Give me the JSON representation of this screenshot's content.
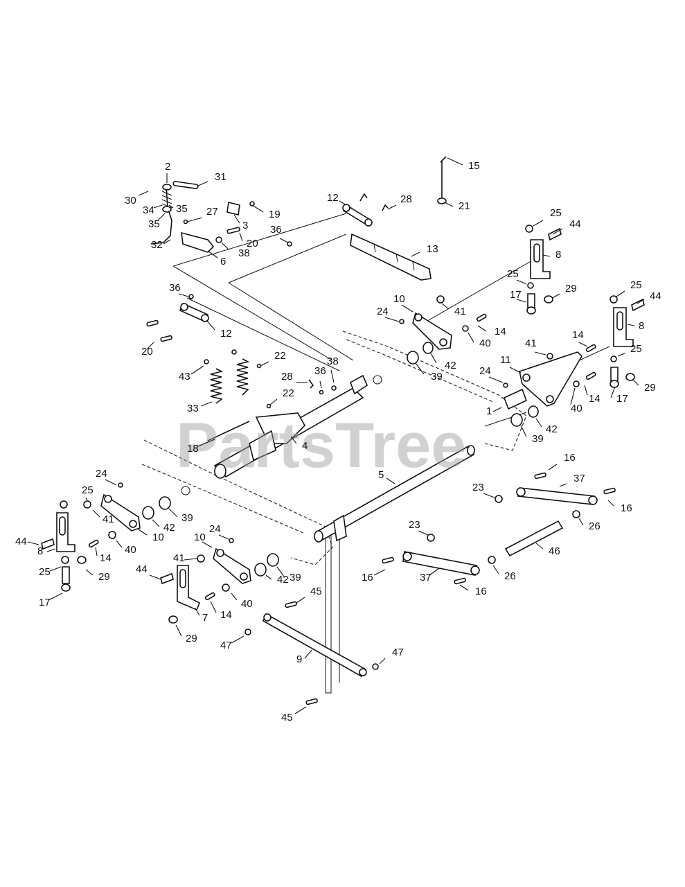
{
  "watermark": "PartsTree",
  "callouts": [
    {
      "label": "2"
    },
    {
      "label": "31"
    },
    {
      "label": "30"
    },
    {
      "label": "34"
    },
    {
      "label": "35"
    },
    {
      "label": "35"
    },
    {
      "label": "32"
    },
    {
      "label": "27"
    },
    {
      "label": "3"
    },
    {
      "label": "19"
    },
    {
      "label": "20"
    },
    {
      "label": "38"
    },
    {
      "label": "6"
    },
    {
      "label": "36"
    },
    {
      "label": "12"
    },
    {
      "label": "28"
    },
    {
      "label": "13"
    },
    {
      "label": "15"
    },
    {
      "label": "21"
    },
    {
      "label": "25"
    },
    {
      "label": "44"
    },
    {
      "label": "8"
    },
    {
      "label": "25"
    },
    {
      "label": "17"
    },
    {
      "label": "29"
    },
    {
      "label": "36"
    },
    {
      "label": "12"
    },
    {
      "label": "20"
    },
    {
      "label": "10"
    },
    {
      "label": "41"
    },
    {
      "label": "24"
    },
    {
      "label": "14"
    },
    {
      "label": "40"
    },
    {
      "label": "42"
    },
    {
      "label": "39"
    },
    {
      "label": "25"
    },
    {
      "label": "44"
    },
    {
      "label": "8"
    },
    {
      "label": "14"
    },
    {
      "label": "41"
    },
    {
      "label": "25"
    },
    {
      "label": "11"
    },
    {
      "label": "24"
    },
    {
      "label": "14"
    },
    {
      "label": "1"
    },
    {
      "label": "40"
    },
    {
      "label": "17"
    },
    {
      "label": "29"
    },
    {
      "label": "42"
    },
    {
      "label": "39"
    },
    {
      "label": "22"
    },
    {
      "label": "43"
    },
    {
      "label": "38"
    },
    {
      "label": "28"
    },
    {
      "label": "36"
    },
    {
      "label": "33"
    },
    {
      "label": "22"
    },
    {
      "label": "18"
    },
    {
      "label": "4"
    },
    {
      "label": "5"
    },
    {
      "label": "16"
    },
    {
      "label": "23"
    },
    {
      "label": "37"
    },
    {
      "label": "16"
    },
    {
      "label": "26"
    },
    {
      "label": "46"
    },
    {
      "label": "23"
    },
    {
      "label": "16"
    },
    {
      "label": "37"
    },
    {
      "label": "26"
    },
    {
      "label": "16"
    },
    {
      "label": "24"
    },
    {
      "label": "25"
    },
    {
      "label": "41"
    },
    {
      "label": "44"
    },
    {
      "label": "8"
    },
    {
      "label": "42"
    },
    {
      "label": "39"
    },
    {
      "label": "10"
    },
    {
      "label": "40"
    },
    {
      "label": "14"
    },
    {
      "label": "25"
    },
    {
      "label": "29"
    },
    {
      "label": "17"
    },
    {
      "label": "10"
    },
    {
      "label": "24"
    },
    {
      "label": "41"
    },
    {
      "label": "44"
    },
    {
      "label": "40"
    },
    {
      "label": "42"
    },
    {
      "label": "39"
    },
    {
      "label": "14"
    },
    {
      "label": "7"
    },
    {
      "label": "29"
    },
    {
      "label": "45"
    },
    {
      "label": "47"
    },
    {
      "label": "9"
    },
    {
      "label": "47"
    },
    {
      "label": "45"
    }
  ]
}
